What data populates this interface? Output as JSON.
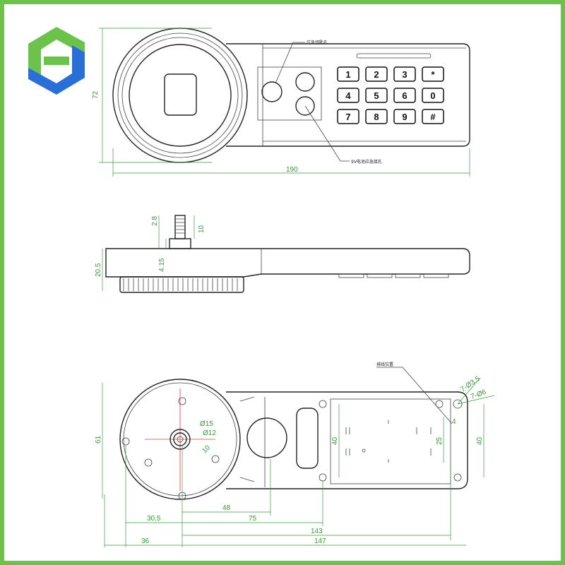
{
  "colors": {
    "border": "#6cc24a",
    "dimension": "#3a9a3a",
    "logo_green": "#6cc24a",
    "logo_blue": "#2a6fd6"
  },
  "logo": {
    "name": "company-logo"
  },
  "top_view": {
    "keypad": [
      "1",
      "2",
      "3",
      "*",
      "4",
      "5",
      "6",
      "0",
      "7",
      "8",
      "9",
      "#"
    ],
    "callout_key_hole": "应急钥匙孔",
    "callout_battery": "9V电池应急接孔",
    "dim_height": "72",
    "dim_length": "190"
  },
  "side_view": {
    "dim_stud_top": "2.8",
    "dim_stud": "10",
    "dim_base": "4.15",
    "dim_height": "20.5"
  },
  "bottom_view": {
    "callout_cable": "排线位置",
    "dim_height": "61",
    "dim_d15": "Ø15",
    "dim_d12": "Ø12",
    "dim_10": "10",
    "dim_40_left": "40",
    "dim_25": "25",
    "dim_4": "4",
    "dim_40_right": "40",
    "dim_holes_small": "7-Ø3.5",
    "dim_holes_large": "7-Ø6",
    "dim_48": "48",
    "dim_30_5": "30.5",
    "dim_75": "75",
    "dim_143": "143",
    "dim_36": "36",
    "dim_147": "147"
  }
}
